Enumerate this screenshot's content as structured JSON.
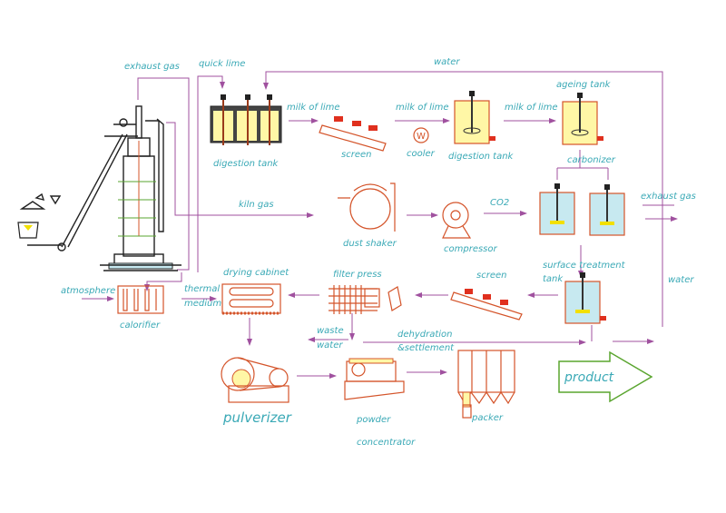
{
  "diagram": {
    "labels": {
      "exhaust_gas_top": "exhaust gas",
      "quick_lime": "quick lime",
      "water_top": "water",
      "milk_of_lime_1": "milk of lime",
      "milk_of_lime_2": "milk of lime",
      "milk_of_lime_3": "milk of lime",
      "ageing_tank": "ageing tank",
      "digestion_tank_1": "digestion tank",
      "screen_1": "screen",
      "cooler": "cooler",
      "digestion_tank_2": "digestion tank",
      "carbonizer": "carbonizer",
      "kiln_gas": "kiln gas",
      "dust_shaker": "dust shaker",
      "compressor": "compressor",
      "co2": "CO2",
      "exhaust_gas_right": "exhaust gas",
      "surface_treatment": "surface treatment",
      "tank": "tank",
      "water_right": "water",
      "atmosphere": "atmosphere",
      "thermal": "thermal",
      "medium": "medium",
      "calorifier": "calorifier",
      "drying_cabinet": "drying cabinet",
      "filter_press": "filter press",
      "screen_2": "screen",
      "waste": "waste",
      "water_waste": "water",
      "dehydration": "dehydration",
      "settlement": "&settlement",
      "pulverizer": "pulverizer",
      "powder": "powder",
      "concentrator": "concentrator",
      "packer": "packer",
      "product": "product",
      "cooler_symbol": "W"
    },
    "colors": {
      "label_text": "#3aa9b6",
      "flow_line": "#a0519f",
      "equipment": "#d4542a",
      "liquid_yellow": "#fff7a6",
      "liquid_blue": "#c7e9f0",
      "product_arrow": "#5aa52f"
    }
  }
}
